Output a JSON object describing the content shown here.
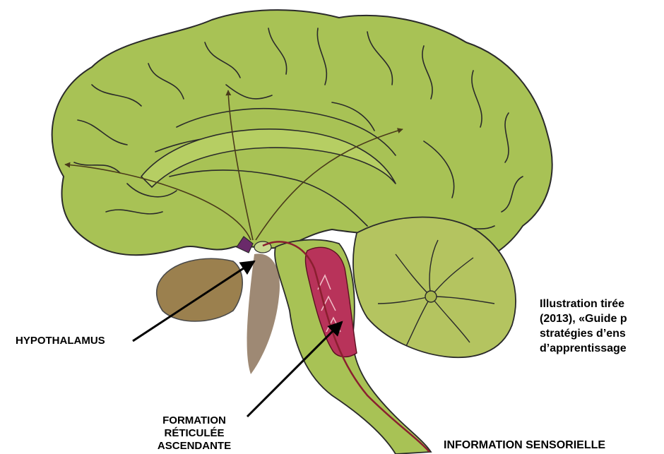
{
  "diagram": {
    "labels": {
      "hypothalamus": "HYPOTHALAMUS",
      "formation_lines": [
        "FORMATION",
        "RÉTICULÉE",
        "ASCENDANTE"
      ],
      "sensory": "INFORMATION SENSORIELLE"
    },
    "credit_lines": [
      "Illustration tirée",
      "(2013),  «Guide p",
      "stratégies d’ens",
      "d’apprentissage"
    ],
    "colors": {
      "brain": "#a8c255",
      "brain_dark": "#8aa23c",
      "outline": "#2a2a2a",
      "reticular": "#b8335a",
      "stem_shadow": "#6a4a2a",
      "cerebellum": "#b4c460",
      "pathway": "#8a1f2f",
      "arrow": "#000000"
    }
  }
}
